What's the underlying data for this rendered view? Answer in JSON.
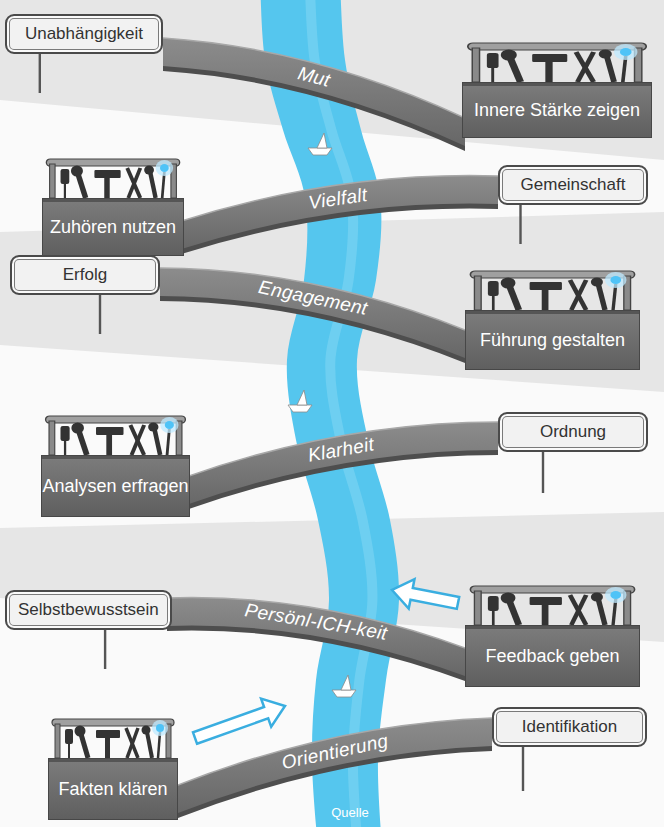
{
  "diagram": {
    "nodes": [
      {
        "text": [
          "Unabhängigkeit"
        ]
      },
      {
        "text": [
          "Mut"
        ]
      },
      {
        "text": [
          "Innere Stärke zeigen"
        ]
      },
      {
        "text": [
          "Zuhören nutzen"
        ]
      },
      {
        "text": [
          "Vielfalt"
        ]
      },
      {
        "text": [
          "Gemeinschaft"
        ]
      },
      {
        "text": [
          "Erfolg"
        ]
      },
      {
        "text": [
          "Engagement"
        ]
      },
      {
        "text": [
          "Führung gestalten"
        ]
      },
      {
        "text": [
          "Analysen erfragen"
        ]
      },
      {
        "text": [
          "Klarheit"
        ]
      },
      {
        "text": [
          "Ordnung"
        ]
      },
      {
        "text": [
          "Selbstbewusstsein"
        ]
      },
      {
        "text": [
          "Persönl-ICH-keit"
        ]
      },
      {
        "text": [
          "Feedback geben"
        ]
      },
      {
        "text": [
          "Fakten klären"
        ]
      },
      {
        "text": [
          "Orientierung"
        ]
      },
      {
        "text": [
          "Identifikation"
        ]
      }
    ],
    "labels": [
      "Quelle"
    ]
  }
}
